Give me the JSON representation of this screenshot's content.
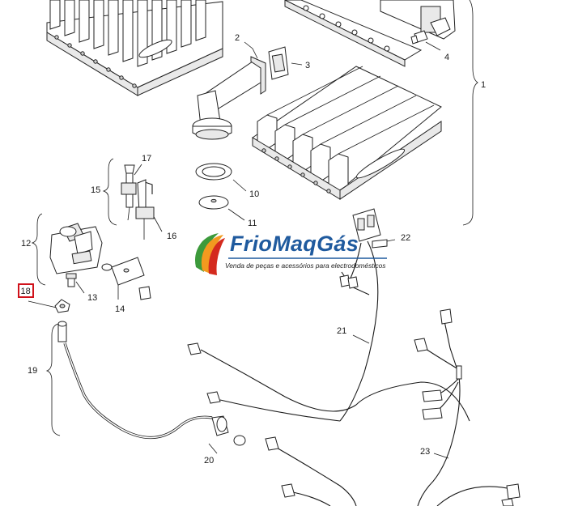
{
  "logo": {
    "brand": "FrioMaqGás",
    "tagline": "Venda de peças e acessórios para electrodomésticos"
  },
  "callouts": {
    "c1": "1",
    "c2": "2",
    "c3": "3",
    "c4": "4",
    "c10": "10",
    "c11": "11",
    "c12": "12",
    "c13": "13",
    "c14": "14",
    "c15": "15",
    "c16": "16",
    "c17": "17",
    "c18": "18",
    "c19": "19",
    "c20": "20",
    "c21": "21",
    "c22": "22",
    "c23": "23"
  },
  "highlighted_callout": "18",
  "colors": {
    "line": "#1a1a1a",
    "highlight": "#d0121b",
    "brand_blue": "#1f5a9e",
    "logo_red": "#d42a1e",
    "logo_orange": "#f29a1f",
    "logo_green": "#3c9a3b"
  }
}
